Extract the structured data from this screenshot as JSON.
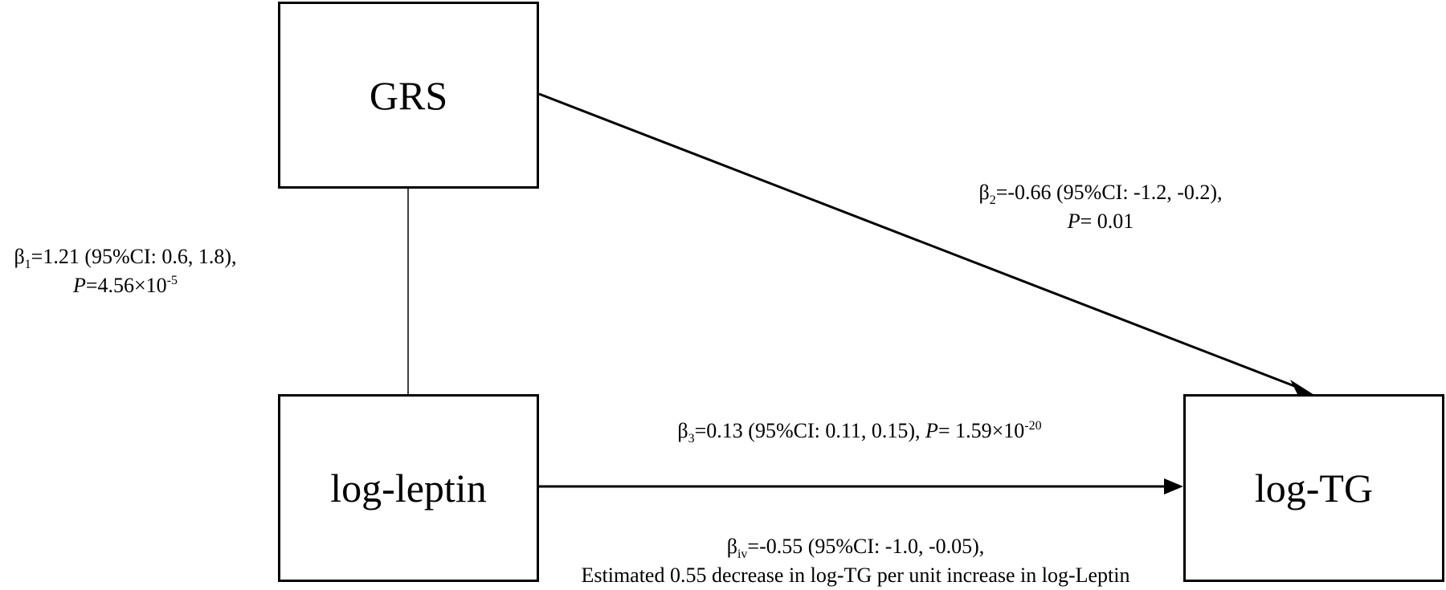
{
  "nodes": {
    "grs": "GRS",
    "leptin": "log-leptin",
    "tg": "log-TG"
  },
  "edges": {
    "b1": {
      "sym": "β",
      "sub": "1",
      "text": "=1.21 (95%CI: 0.6, 1.8),",
      "p_label": "P",
      "p_value": "=4.56×10",
      "p_exp": "-5"
    },
    "b2": {
      "sym": "β",
      "sub": "2",
      "text": "=-0.66 (95%CI: -1.2, -0.2),",
      "p_label": "P",
      "p_value": "= 0.01"
    },
    "b3": {
      "sym": "β",
      "sub": "3",
      "text": "=0.13 (95%CI: 0.11, 0.15), ",
      "p_label": "P",
      "p_value": "= 1.59×10",
      "p_exp": "-20"
    },
    "biv": {
      "sym": "β",
      "sub": "iv",
      "text": "=-0.55 (95%CI: -1.0, -0.05),",
      "line2": "Estimated 0.55 decrease in log-TG per unit increase in log-Leptin"
    }
  }
}
